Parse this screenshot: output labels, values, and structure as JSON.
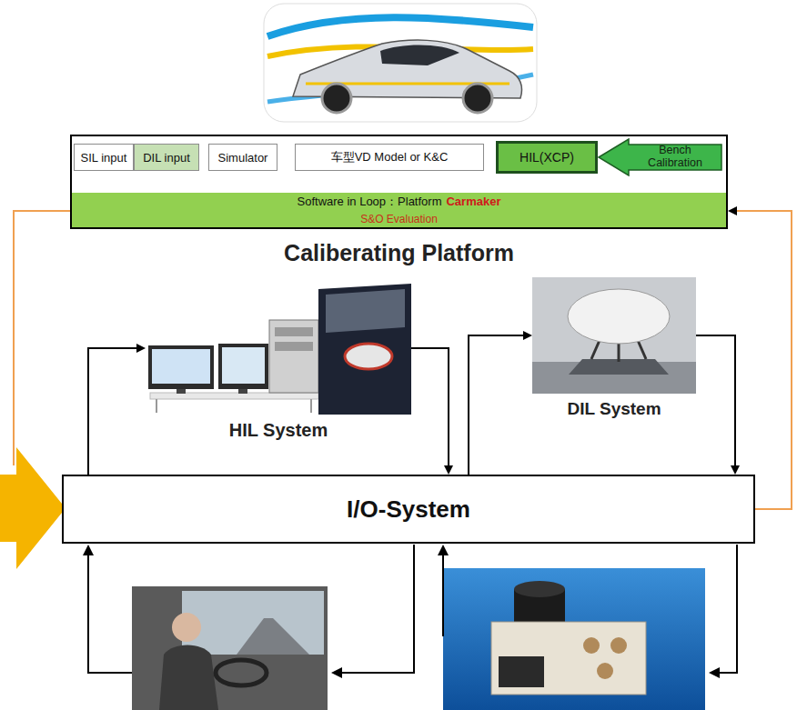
{
  "diagram": {
    "nodes": [
      {
        "text": [
          "Caliberating Platform"
        ]
      },
      {
        "text": [
          "SIL input"
        ],
        "in": 0
      },
      {
        "text": [
          "DIL input"
        ],
        "in": 0
      },
      {
        "text": [
          "Simulator"
        ],
        "in": 0
      },
      {
        "text": [
          "车型VD Model or K&C"
        ],
        "in": 0
      },
      {
        "text": [
          "HIL(XCP)"
        ],
        "in": 0
      },
      {
        "text": [
          "Bench Calibration"
        ],
        "in": 0
      },
      {
        "text": [
          "Software in Loop：Platform",
          "Carmaker",
          "S&O Evaluation"
        ],
        "in": 0
      },
      {
        "text": [
          "HIL System"
        ]
      },
      {
        "text": [
          "DIL System"
        ]
      },
      {
        "text": [
          "I/O-System"
        ]
      }
    ],
    "edges": [
      {
        "from": 1,
        "to": 7,
        "arrow": "to"
      },
      {
        "from": 2,
        "to": 7,
        "arrow": "to"
      },
      {
        "from": 3,
        "to": 7,
        "arrow": "to"
      },
      {
        "from": 4,
        "to": 7,
        "arrow": "to"
      },
      {
        "from": 5,
        "to": 7,
        "arrow": "to"
      },
      {
        "from": 10,
        "to": 8,
        "arrow": "to"
      },
      {
        "from": 8,
        "to": 10,
        "arrow": "to"
      },
      {
        "from": 10,
        "to": 9,
        "arrow": "to"
      },
      {
        "from": 9,
        "to": 10,
        "arrow": "to"
      },
      {
        "from": 10,
        "to": 0,
        "arrow": "to"
      }
    ]
  }
}
